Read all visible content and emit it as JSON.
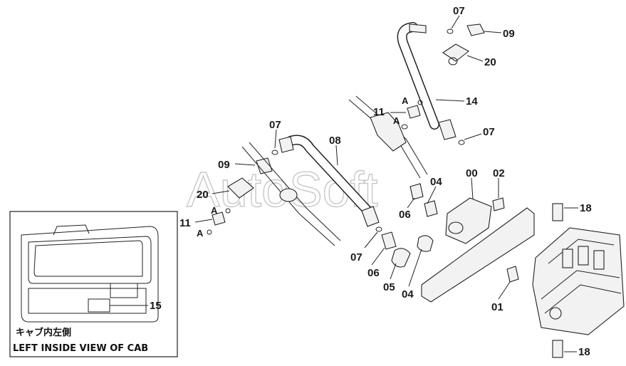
{
  "watermark": "AutoSoft",
  "inset": {
    "caption_jp": "キャブ内左側",
    "caption_en": "LEFT INSIDE VIEW OF CAB",
    "part_label": "15"
  },
  "callouts": {
    "a_upper": "A",
    "a_lower": "A",
    "a_left_upper": "A",
    "a_left_lower": "A"
  },
  "labels": {
    "p07_top": "07",
    "p09_top": "09",
    "p20_top": "20",
    "p14": "14",
    "p11_mid": "11",
    "p07_mid_right": "07",
    "p07_left": "07",
    "p08": "08",
    "p09_left": "09",
    "p20_left": "20",
    "p11_left": "11",
    "p00": "00",
    "p02": "02",
    "p04_upper": "04",
    "p06_upper": "06",
    "p07_bottom": "07",
    "p06_lower": "06",
    "p05": "05",
    "p04_lower": "04",
    "p01": "01",
    "p18_top": "18",
    "p18_bottom": "18"
  }
}
